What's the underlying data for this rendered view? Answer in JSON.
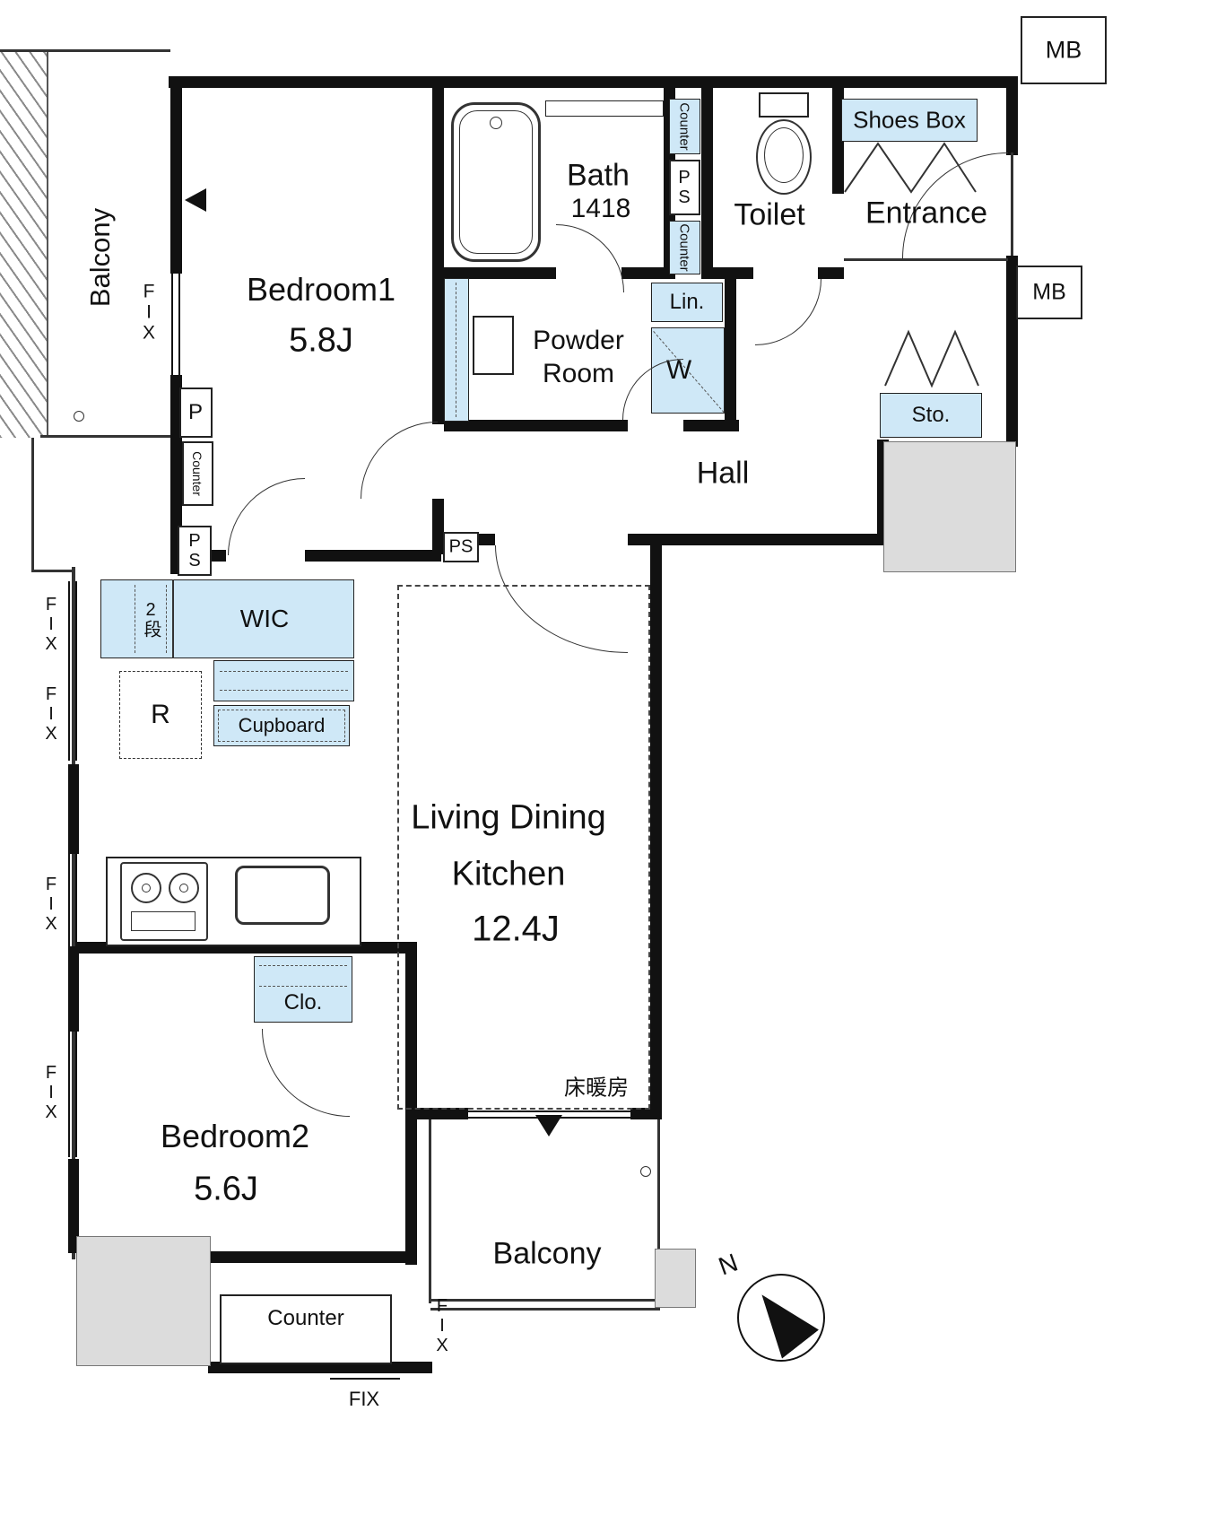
{
  "colors": {
    "wall": "#111111",
    "fixture_fill": "#cfe8f7",
    "exterior_gray": "#dcdcdc"
  },
  "labels": {
    "mb_top": "MB",
    "mb_right": "MB",
    "shoes_box": "Shoes Box",
    "entrance": "Entrance",
    "toilet": "Toilet",
    "bath_name": "Bath",
    "bath_size": "1418",
    "counter": "Counter",
    "ps": "PS",
    "p": "P",
    "lin": "Lin.",
    "w": "W",
    "sto": "Sto.",
    "hall": "Hall",
    "bedroom1_name": "Bedroom1",
    "bedroom1_size": "5.8J",
    "balcony": "Balcony",
    "fix": "FIX",
    "powder_line1": "Powder",
    "powder_line2": "Room",
    "wic": "WIC",
    "two_dan": "2段",
    "r": "R",
    "cupboard": "Cupboard",
    "ldk_line1": "Living Dining",
    "ldk_line2": "Kitchen",
    "ldk_size": "12.4J",
    "floor_heating": "床暖房",
    "clo": "Clo.",
    "bedroom2_name": "Bedroom2",
    "bedroom2_size": "5.6J",
    "balcony_bottom": "Balcony",
    "counter_bottom": "Counter",
    "north": "N"
  }
}
